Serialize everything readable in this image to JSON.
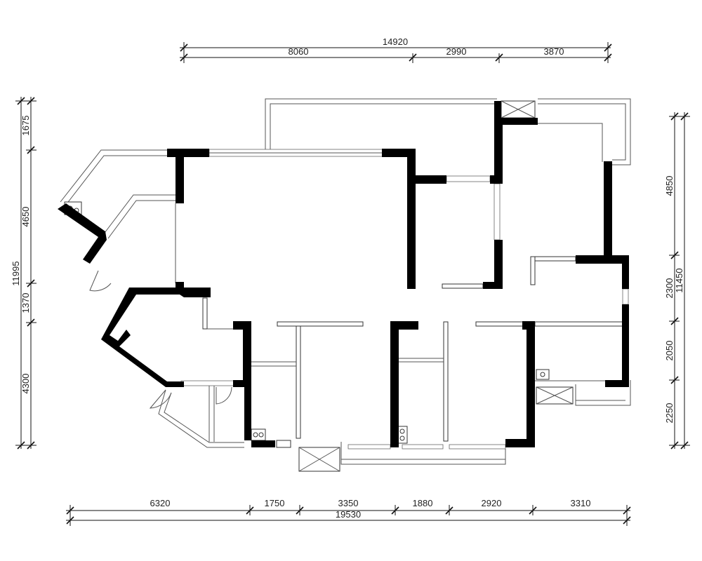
{
  "dimensions": {
    "top_total": "14920",
    "top_segments": [
      "8060",
      "2990",
      "3870"
    ],
    "bottom_segments": [
      "6320",
      "1750",
      "3350",
      "1880",
      "2920",
      "3310"
    ],
    "bottom_total": "19530",
    "left_total": "11995",
    "left_segments": [
      "1675",
      "4650",
      "1370",
      "4300"
    ],
    "right_total": "11450",
    "right_segments": [
      "4850",
      "2300",
      "2050",
      "2250"
    ]
  },
  "colors": {
    "wall": "#000000",
    "line": "#111111",
    "background": "#ffffff"
  }
}
